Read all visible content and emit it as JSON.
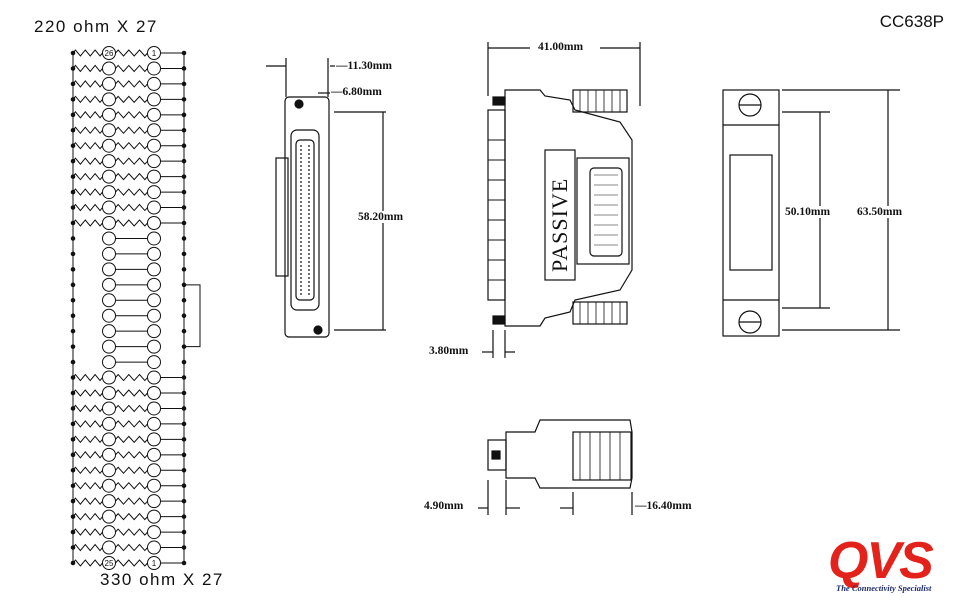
{
  "labels": {
    "top_resistor": "220 ohm X 27",
    "bottom_resistor": "330 ohm X 27",
    "part_number": "CC638P",
    "pin_top_left": "26",
    "pin_top_right": "1",
    "pin_bottom_left": "25",
    "pin_bottom_right": "1"
  },
  "dimensions": {
    "d1": "11.30mm",
    "d2": "6.80mm",
    "d3": "58.20mm",
    "d4": "41.00mm",
    "d5": "3.80mm",
    "d6": "50.10mm",
    "d7": "63.50mm",
    "d8": "4.90mm",
    "d9": "16.40mm"
  },
  "connector": {
    "body_text": "PASSIVE"
  },
  "logo": {
    "brand": "QVS",
    "tagline": "The Connectivity Specialist"
  },
  "colors": {
    "logo_red": "#e3221b",
    "logo_blue": "#1a2a6c",
    "line": "#111111"
  }
}
